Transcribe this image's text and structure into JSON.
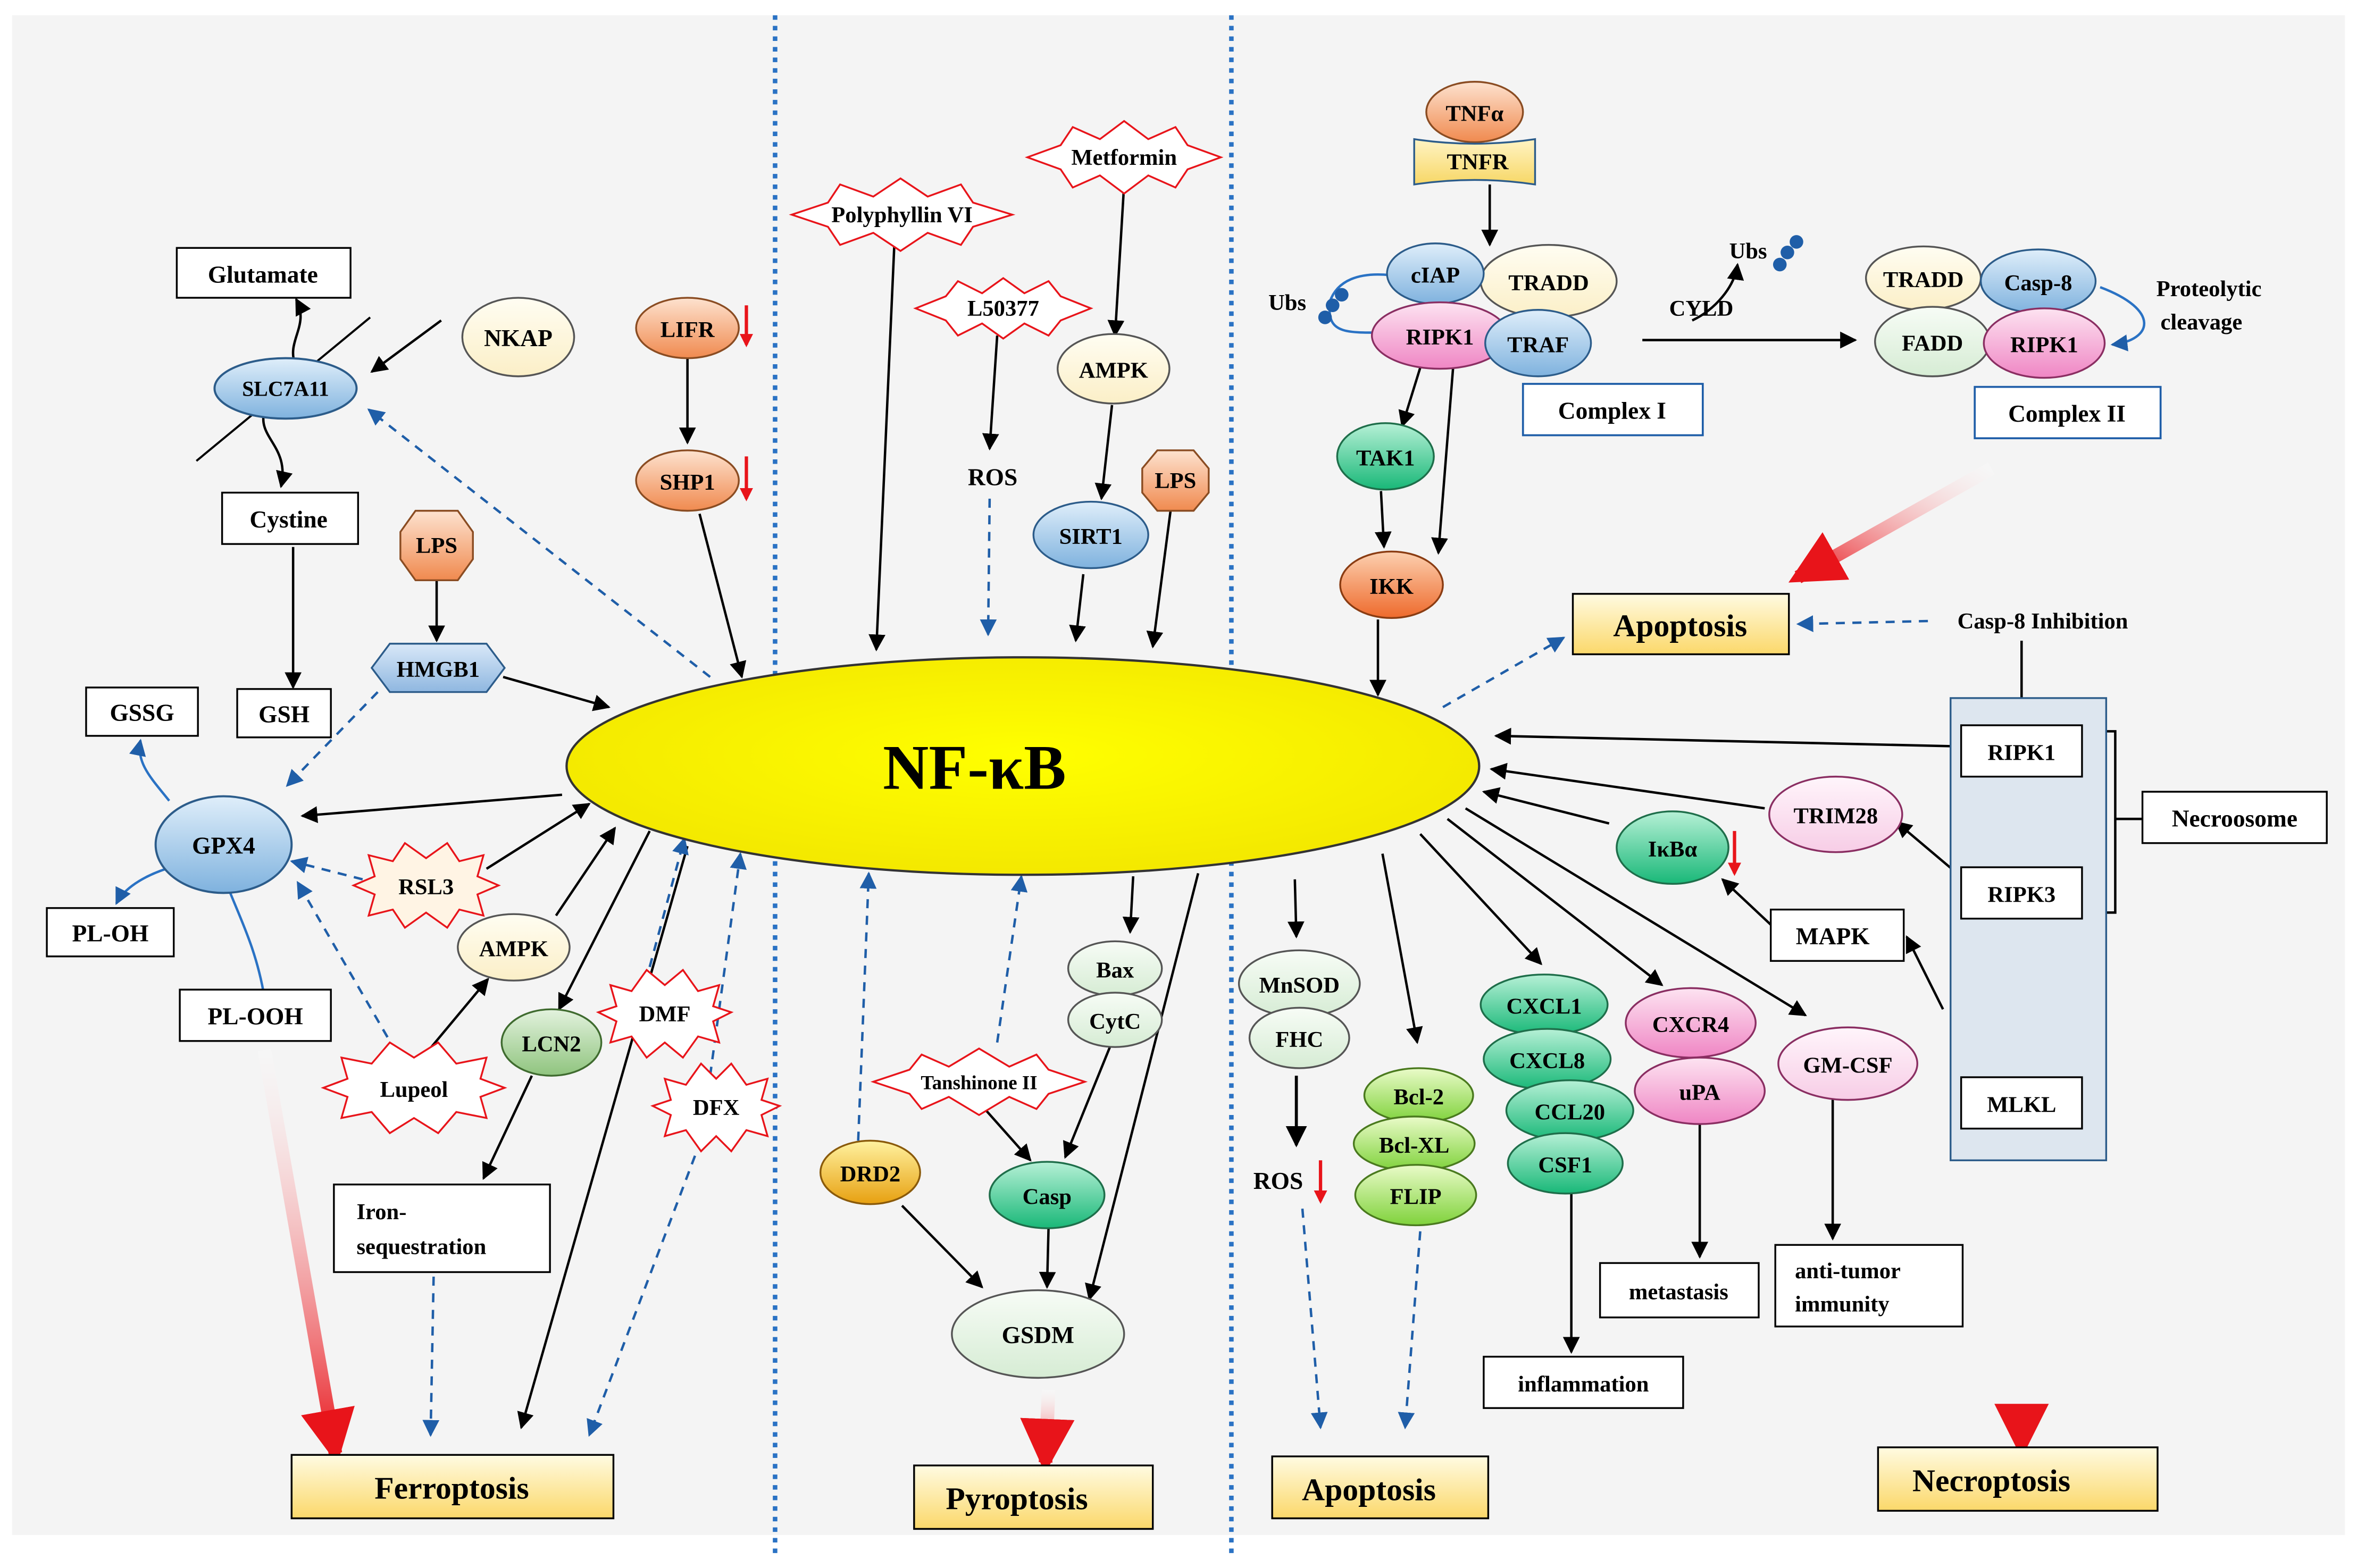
{
  "center": {
    "label": "NF-κB"
  },
  "ferroptosis": {
    "glutamate": "Glutamate",
    "nkap": "NKAP",
    "slc7a11": "SLC7A11",
    "lifr": "LIFR",
    "shp1": "SHP1",
    "cystine": "Cystine",
    "lps": "LPS",
    "hmgb1": "HMGB1",
    "gssg": "GSSG",
    "gsh": "GSH",
    "gpx4": "GPX4",
    "rsl3": "RSL3",
    "ampk": "AMPK",
    "pl_oh": "PL-OH",
    "pl_ooh": "PL-OOH",
    "dmf": "DMF",
    "lcn2": "LCN2",
    "lupeol": "Lupeol",
    "dfx": "DFX",
    "iron_seq": [
      "Iron-",
      "sequestration"
    ],
    "outcome": "Ferroptosis"
  },
  "pyroptosis": {
    "polyphyllin": "Polyphyllin VI",
    "metformin": "Metformin",
    "l50377": "L50377",
    "ampk": "AMPK",
    "ros": "ROS",
    "lps": "LPS",
    "sirt1": "SIRT1",
    "bax": "Bax",
    "cytc": "CytC",
    "tanshinone": "Tanshinone II",
    "drd2": "DRD2",
    "casp": "Casp",
    "gsdm": "GSDM",
    "outcome": "Pyroptosis"
  },
  "right": {
    "tnfa": "TNFα",
    "tnfr": "TNFR",
    "ciap": "cIAP",
    "tradd": "TRADD",
    "ubs": "Ubs",
    "ripk1": "RIPK1",
    "traf": "TRAF",
    "cyld": "CYLD",
    "ubs2": "Ubs",
    "complex1": "Complex I",
    "c2_tradd": "TRADD",
    "c2_casp8": "Casp-8",
    "c2_fadd": "FADD",
    "c2_ripk1": "RIPK1",
    "proteolytic": [
      "Proteolytic",
      "cleavage"
    ],
    "complex2": "Complex II",
    "tak1": "TAK1",
    "ikk": "IKK",
    "apoptosis_top": "Apoptosis",
    "casp8_inhibition": "Casp-8  Inhibition",
    "nec_ripk1": "RIPK1",
    "nec_ripk3": "RIPK3",
    "mlkl": "MLKL",
    "necroosome": "Necroosome",
    "trim28": "TRIM28",
    "ikba": "IκBα",
    "mapk": "MAPK",
    "mnsod": "MnSOD",
    "fhc": "FHC",
    "ros": "ROS",
    "bcl2": "Bcl-2",
    "bclxl": "Bcl-XL",
    "flip": "FLIP",
    "cxcl1": "CXCL1",
    "cxcl8": "CXCL8",
    "ccl20": "CCL20",
    "csf1": "CSF1",
    "cxcr4": "CXCR4",
    "upa": "uPA",
    "gmcsf": "GM-CSF",
    "metastasis": "metastasis",
    "antitumor": [
      "anti-tumor",
      "immunity"
    ],
    "inflammation": "inflammation",
    "apoptosis_bottom": "Apoptosis",
    "necroptosis": "Necroptosis"
  }
}
